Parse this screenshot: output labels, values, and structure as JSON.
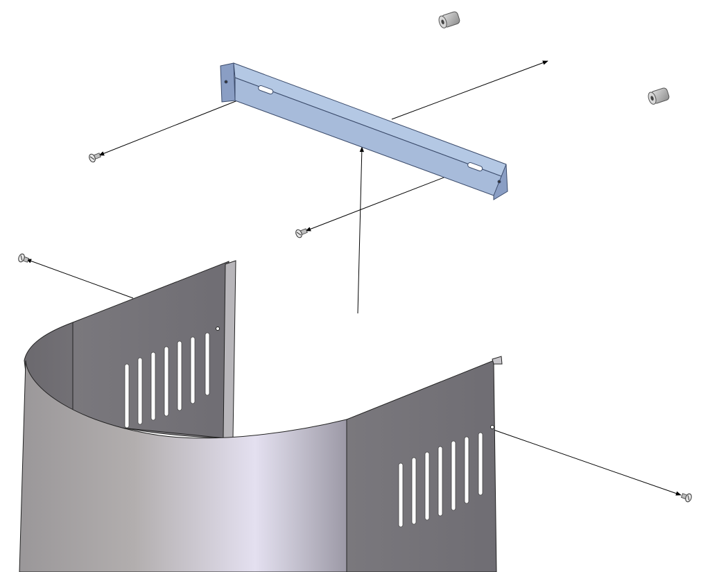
{
  "diagram": {
    "type": "exploded-assembly",
    "parts": [
      "mounting-bracket",
      "rear-chimney-cover",
      "front-chimney-cover",
      "wall-anchor",
      "wall-anchor",
      "screw",
      "screw",
      "screw",
      "screw"
    ],
    "colors": {
      "bracket": "#b4c8e4",
      "bracket_edge": "#5a6e96",
      "cover_dark": "#7a787d",
      "cover_light": "#c9c6d2",
      "line": "#000000",
      "background": "#ffffff"
    }
  }
}
